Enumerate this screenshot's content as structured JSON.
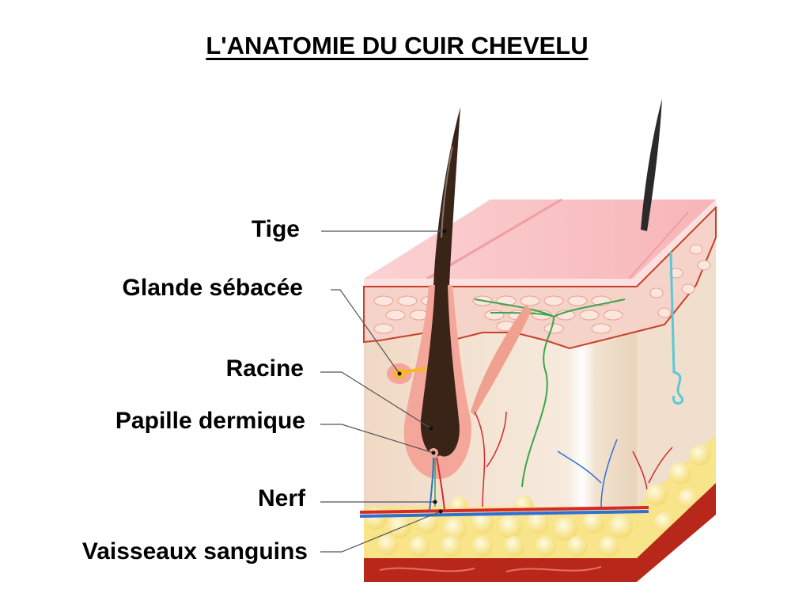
{
  "title": "L'ANATOMIE DU CUIR CHEVELU",
  "labels": {
    "tige": "Tige",
    "glande": "Glande sébacée",
    "racine": "Racine",
    "papille": "Papille dermique",
    "nerf": "Nerf",
    "vaisseaux": "Vaisseaux sanguins"
  },
  "colors": {
    "epidermis_top": "#f9c3c5",
    "epidermis_cells": "#f5d0c6",
    "dermis": "#f3e4d2",
    "fat": "#f8e58a",
    "muscle": "#b8281a",
    "hair": "#3a2418",
    "nerve": "#3aa64a",
    "artery": "#d62a2a",
    "vein": "#2f6fd6",
    "sweat_gland": "#5cc8d6",
    "leader_line": "#555555"
  }
}
